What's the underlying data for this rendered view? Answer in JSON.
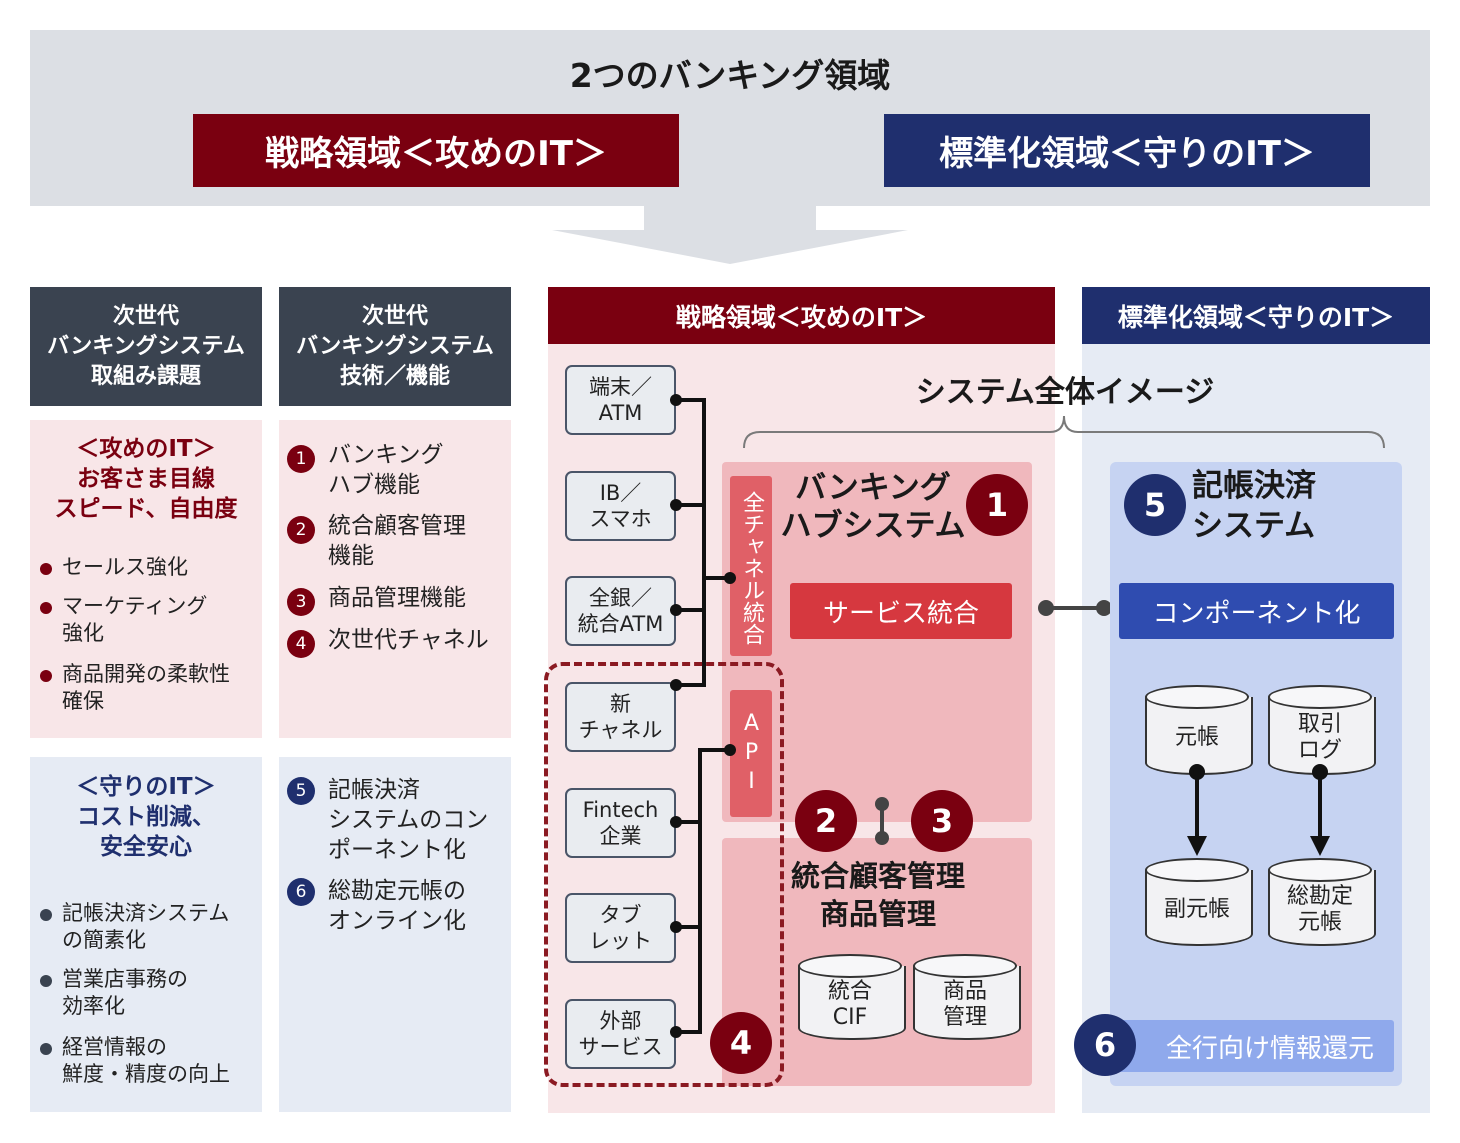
{
  "header": {
    "title": "2つのバンキング領域",
    "strategic_label": "戦略領域＜攻めのIT＞",
    "standard_label": "標準化領域＜守りのIT＞"
  },
  "col1": {
    "header": "次世代\nバンキングシステム\n取組み課題",
    "offense": {
      "title": "＜攻めのIT＞\nお客さま目線\nスピード、自由度",
      "items": [
        "セールス強化",
        "マーケティング\n強化",
        "商品開発の柔軟性\n確保"
      ]
    },
    "defense": {
      "title": "＜守りのIT＞\nコスト削減、\n安全安心",
      "items": [
        "記帳決済システム\nの簡素化",
        "営業店事務の\n効率化",
        "経営情報の\n鮮度・精度の向上"
      ]
    }
  },
  "col2": {
    "header": "次世代\nバンキングシステム\n技術／機能",
    "offense": {
      "items": [
        {
          "num": "1",
          "text": "バンキング\nハブ機能"
        },
        {
          "num": "2",
          "text": "統合顧客管理\n機能"
        },
        {
          "num": "3",
          "text": "商品管理機能"
        },
        {
          "num": "4",
          "text": "次世代チャネル"
        }
      ]
    },
    "defense": {
      "items": [
        {
          "num": "5",
          "text": "記帳決済\nシステムのコン\nポーネント化"
        },
        {
          "num": "6",
          "text": "総勘定元帳の\nオンライン化"
        }
      ]
    }
  },
  "right": {
    "strategic_header": "戦略領域＜攻めのIT＞",
    "standard_header": "標準化領域＜守りのIT＞",
    "system_title": "システム全体イメージ",
    "channels": [
      "端末／\nATM",
      "IB／\nスマホ",
      "全銀／\n統合ATM",
      "新\nチャネル",
      "Fintech\n企業",
      "タブ\nレット",
      "外部\nサービス"
    ],
    "all_channel": "全チャネル統合",
    "api": "API",
    "num_4": "4",
    "hub": {
      "title": "バンキング\nハブシステム",
      "num": "1",
      "service": "サービス統合"
    },
    "cp": {
      "num_a": "2",
      "num_b": "3",
      "title": "統合顧客管理\n商品管理",
      "dbs": [
        "統合\nCIF",
        "商品\n管理"
      ]
    },
    "acct": {
      "num": "5",
      "title": "記帳決済\nシステム",
      "component": "コンポーネント化",
      "dbs": [
        "元帳",
        "取引\nログ",
        "副元帳",
        "総勘定\n元帳"
      ],
      "num_6": "6",
      "info_return": "全行向け情報還元"
    }
  }
}
